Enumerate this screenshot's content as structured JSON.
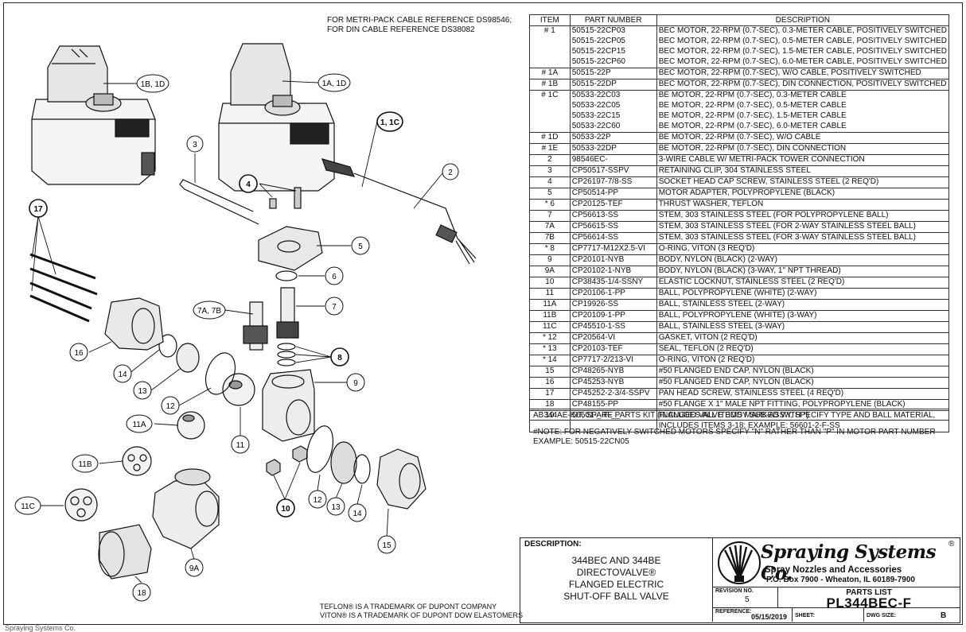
{
  "top_note": [
    "FOR METRI-PACK CABLE REFERENCE DS98546;",
    "FOR DIN CABLE REFERENCE DS38082"
  ],
  "callouts": [
    "1B, 1D",
    "1A, 1D",
    "1, 1C",
    "2",
    "3",
    "4",
    "5",
    "6",
    "7",
    "7A, 7B",
    "8",
    "9",
    "10",
    "11",
    "11A",
    "11B",
    "11C",
    "12",
    "12",
    "13",
    "13",
    "14",
    "14",
    "15",
    "16",
    "17",
    "18",
    "9A"
  ],
  "table": {
    "headers": [
      "ITEM",
      "PART NUMBER",
      "DESCRIPTION"
    ],
    "rows": [
      {
        "item": "# 1",
        "pn": "50515-22CP03",
        "desc": "BEC MOTOR, 22-RPM (0.7-SEC), 0.3-METER CABLE, POSITIVELY SWITCHED",
        "grp": true
      },
      {
        "item": "",
        "pn": "50515-22CP05",
        "desc": "BEC MOTOR, 22-RPM (0.7-SEC), 0.5-METER CABLE, POSITIVELY SWITCHED",
        "grp": false
      },
      {
        "item": "",
        "pn": "50515-22CP15",
        "desc": "BEC MOTOR, 22-RPM (0.7-SEC), 1.5-METER CABLE, POSITIVELY SWITCHED",
        "grp": false
      },
      {
        "item": "",
        "pn": "50515-22CP60",
        "desc": "BEC MOTOR, 22-RPM (0.7-SEC), 6.0-METER CABLE, POSITIVELY SWITCHED",
        "grp": false
      },
      {
        "item": "# 1A",
        "pn": "50515-22P",
        "desc": "BEC MOTOR, 22-RPM (0.7-SEC), W/O CABLE, POSITIVELY SWITCHED",
        "grp": true
      },
      {
        "item": "# 1B",
        "pn": "50515-22DP",
        "desc": "BEC MOTOR, 22-RPM (0.7-SEC), DIN CONNECTION, POSITIVELY SWITCHED",
        "grp": true
      },
      {
        "item": "# 1C",
        "pn": "50533-22C03",
        "desc": "BE MOTOR, 22-RPM (0.7-SEC), 0.3-METER CABLE",
        "grp": true
      },
      {
        "item": "",
        "pn": "50533-22C05",
        "desc": "BE MOTOR, 22-RPM (0.7-SEC), 0.5-METER CABLE",
        "grp": false
      },
      {
        "item": "",
        "pn": "50533-22C15",
        "desc": "BE MOTOR, 22-RPM (0.7-SEC), 1.5-METER CABLE",
        "grp": false
      },
      {
        "item": "",
        "pn": "50533-22C60",
        "desc": "BE MOTOR, 22-RPM (0.7-SEC), 6.0-METER CABLE",
        "grp": false
      },
      {
        "item": "# 1D",
        "pn": "50533-22P",
        "desc": "BE MOTOR, 22-RPM (0.7-SEC), W/O CABLE",
        "grp": true
      },
      {
        "item": "# 1E",
        "pn": "50533-22DP",
        "desc": "BE MOTOR, 22-RPM (0.7-SEC), DIN CONNECTION",
        "grp": true
      },
      {
        "item": "2",
        "pn": "98546EC-",
        "desc": "3-WIRE CABLE W/ METRI-PACK TOWER CONNECTION",
        "grp": true
      },
      {
        "item": "3",
        "pn": "CP50517-SSPV",
        "desc": "RETAINING CLIP, 304 STAINLESS STEEL",
        "grp": true
      },
      {
        "item": "4",
        "pn": "CP26197-7/8-SS",
        "desc": "SOCKET HEAD CAP SCREW, STAINLESS STEEL (2 REQ'D)",
        "grp": true
      },
      {
        "item": "5",
        "pn": "CP50514-PP",
        "desc": "MOTOR ADAPTER, POLYPROPYLENE (BLACK)",
        "grp": true
      },
      {
        "item": "* 6",
        "pn": "CP20125-TEF",
        "desc": "THRUST WASHER, TEFLON",
        "grp": true
      },
      {
        "item": "7",
        "pn": "CP56613-SS",
        "desc": "STEM, 303 STAINLESS STEEL (FOR POLYPROPYLENE BALL)",
        "grp": true
      },
      {
        "item": "7A",
        "pn": "CP56615-SS",
        "desc": "STEM, 303 STAINLESS STEEL (FOR 2-WAY STAINLESS STEEL BALL)",
        "grp": true
      },
      {
        "item": "7B",
        "pn": "CP56614-SS",
        "desc": "STEM, 303 STAINLESS STEEL (FOR 3-WAY STAINLESS STEEL  BALL)",
        "grp": true
      },
      {
        "item": "* 8",
        "pn": "CP7717-M12X2.5-VI",
        "desc": "O-RING, VITON (3 REQ'D)",
        "grp": true
      },
      {
        "item": "9",
        "pn": "CP20101-NYB",
        "desc": "BODY, NYLON (BLACK) (2-WAY)",
        "grp": true
      },
      {
        "item": "9A",
        "pn": "CP20102-1-NYB",
        "desc": "BODY, NYLON (BLACK) (3-WAY, 1\" NPT THREAD)",
        "grp": true
      },
      {
        "item": "10",
        "pn": "CP38435-1/4-SSNY",
        "desc": "ELASTIC LOCKNUT, STAINLESS STEEL (2 REQ'D)",
        "grp": true
      },
      {
        "item": "11",
        "pn": "CP20106-1-PP",
        "desc": "BALL, POLYPROPYLENE (WHITE) (2-WAY)",
        "grp": true
      },
      {
        "item": "11A",
        "pn": "CP19926-SS",
        "desc": "BALL, STAINLESS STEEL (2-WAY)",
        "grp": true
      },
      {
        "item": "11B",
        "pn": "CP20109-1-PP",
        "desc": "BALL, POLYPROPYLENE (WHITE) (3-WAY)",
        "grp": true
      },
      {
        "item": "11C",
        "pn": "CP45510-1-SS",
        "desc": "BALL, STAINLESS STEEL (3-WAY)",
        "grp": true
      },
      {
        "item": "* 12",
        "pn": "CP20564-VI",
        "desc": "GASKET, VITON (2 REQ'D)",
        "grp": true
      },
      {
        "item": "* 13",
        "pn": "CP20103-TEF",
        "desc": "SEAL, TEFLON (2 REQ'D)",
        "grp": true
      },
      {
        "item": "* 14",
        "pn": "CP7717-2/213-VI",
        "desc": "O-RING, VITON (2 REQ'D)",
        "grp": true
      },
      {
        "item": "15",
        "pn": "CP48265-NYB",
        "desc": "#50 FLANGED END CAP, NYLON (BLACK)",
        "grp": true
      },
      {
        "item": "16",
        "pn": "CP45253-NYB",
        "desc": "#50 FLANGED END CAP, NYLON (BLACK)",
        "grp": true
      },
      {
        "item": "17",
        "pn": "CP45252-2-3/4-SSPV",
        "desc": "PAN HEAD SCREW, STAINLESS STEEL (4 REQ'D)",
        "grp": true
      },
      {
        "item": "18",
        "pn": "CP48155-PP",
        "desc": "#50 FLANGE X 1\" MALE NPT FITTING, POLYPROPYLENE (BLACK)",
        "grp": true
      },
      {
        "item": "19",
        "pn": "56601-_-F-__",
        "desc": "FLANGED VALVE BODY SUB-ASS'Y, SPECIFY TYPE AND BALL MATERIAL,",
        "grp": true
      },
      {
        "item": "",
        "pn": "",
        "desc": "INCLUDES ITEMS 3-18; EXAMPLE: 56601-2-F-SS",
        "grp": false
      }
    ],
    "kit": "AB344AE-KIT, SPARE PARTS KIT (INCLUDES ALL ITEMS MARKED WITH *)"
  },
  "note": [
    "#NOTE: FOR NEGATIVELY SWITCHED MOTORS SPECIFY \"N\" RATHER THAN \"P\" IN MOTOR PART NUMBER",
    "EXAMPLE: 50515-22CN05"
  ],
  "trademarks": [
    "TEFLON® IS A TRADEMARK OF DUPONT COMPANY",
    "VITON® IS A TRADEMARK OF DUPONT DOW ELASTOMERS"
  ],
  "title_block": {
    "desc_label": "DESCRIPTION:",
    "desc_lines": [
      "344BEC AND 344BE",
      "DIRECTOVALVE®",
      "FLANGED ELECTRIC",
      "SHUT-OFF BALL VALVE"
    ],
    "company": "Spraying Systems Co.",
    "registered": "®",
    "tagline": "Spray Nozzles and Accessories",
    "address": "P.O. Box 7900 - Wheaton, IL 60189-7900",
    "revision_label": "REVISION NO.",
    "revision": "5",
    "parts_list_label": "PARTS LIST",
    "drawing_no": "PL344BEC-F",
    "reference_label": "REFERENCE:",
    "date": "05/15/2019",
    "sheet_label": "SHEET:",
    "dwg_size_label": "DWG SIZE:",
    "dwg_size": "B"
  },
  "footer_cut": "Spraying Systems Co."
}
